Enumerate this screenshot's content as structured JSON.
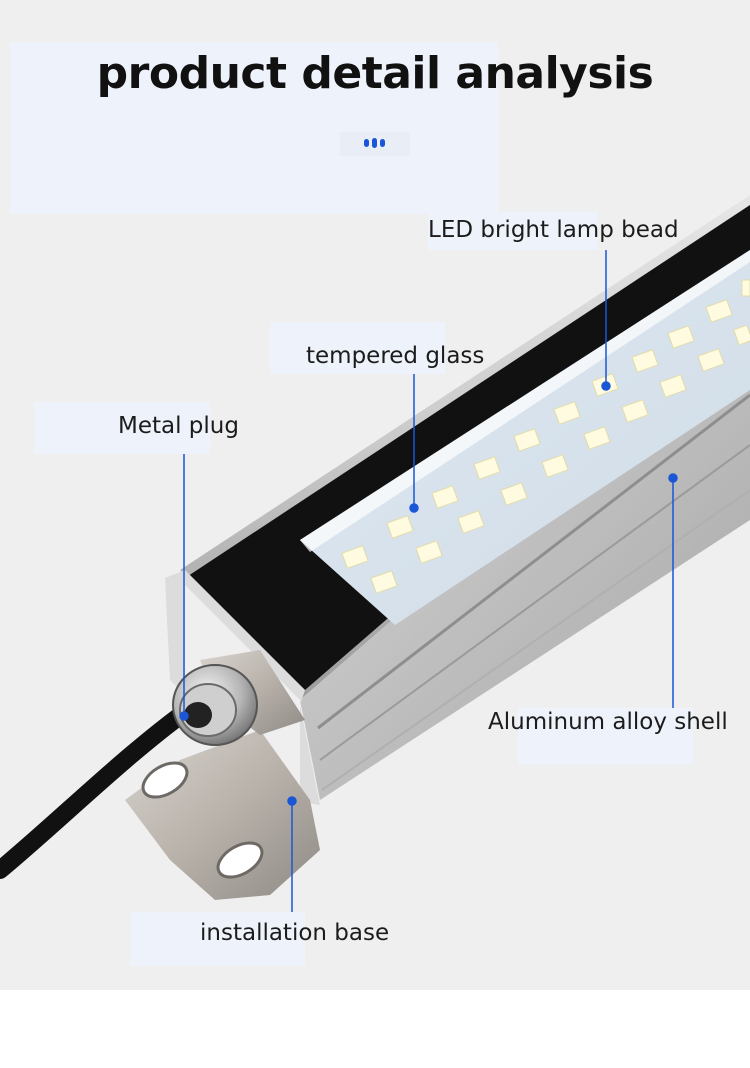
{
  "heading": {
    "title": "product detail analysis"
  },
  "callouts": {
    "led_bead": "LED bright lamp bead",
    "tempered_glass": "tempered glass",
    "metal_plug": "Metal plug",
    "aluminum_shell": "Aluminum alloy shell",
    "installation_base": "installation base"
  },
  "colors": {
    "accent": "#1a56d6",
    "background": "#efefef",
    "label_box": "#eef3fb"
  }
}
